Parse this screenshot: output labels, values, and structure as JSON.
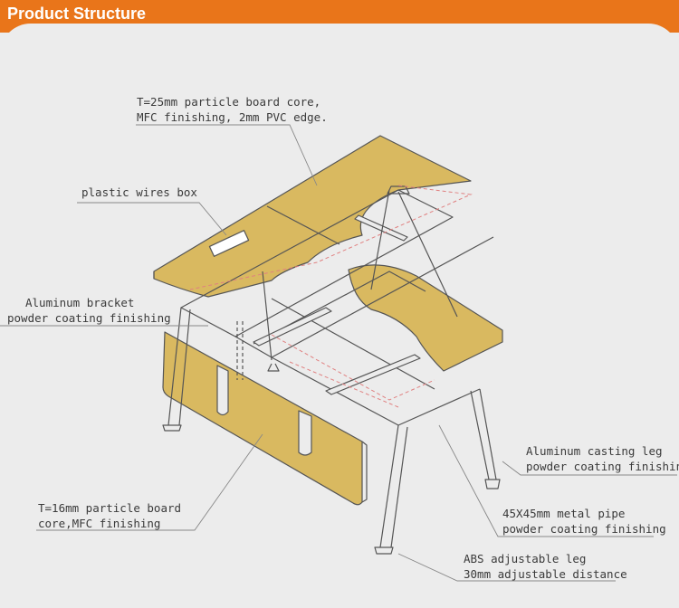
{
  "header": {
    "title": "Product Structure",
    "color": "#e9751a"
  },
  "colors": {
    "wood": "#d9b960",
    "line": "#555555",
    "leader": "#888888",
    "dashed": "#e08080"
  },
  "callouts": {
    "top_board": [
      "T=25mm particle board core,",
      "MFC finishing, 2mm PVC edge."
    ],
    "wires_box": [
      "plastic wires box"
    ],
    "bracket": [
      "Aluminum bracket",
      "powder coating finishing"
    ],
    "casting_leg": [
      "Aluminum casting leg",
      "powder coating finishing"
    ],
    "modesty_panel": [
      "T=16mm particle board",
      "core,MFC finishing"
    ],
    "metal_pipe": [
      "45X45mm metal pipe",
      "powder coating finishing"
    ],
    "adjustable_leg": [
      "ABS adjustable leg",
      "30mm adjustable distance"
    ]
  }
}
